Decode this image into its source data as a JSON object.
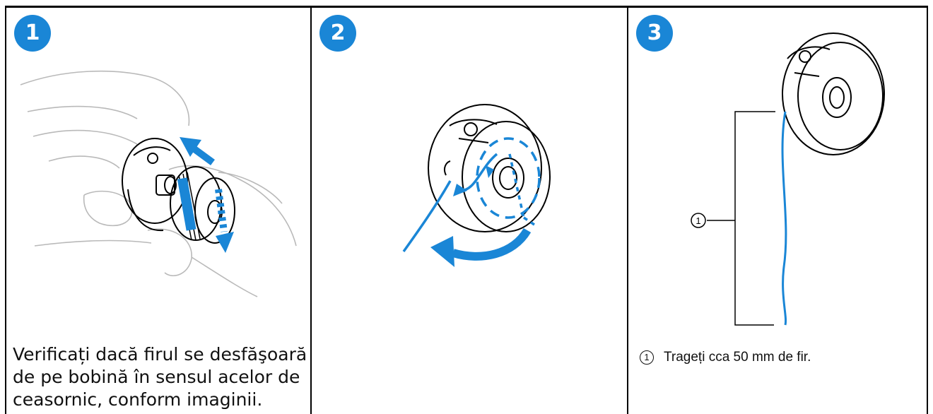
{
  "steps": [
    {
      "number": "1",
      "text": "Verificați dacă firul se desfăşoară de pe bobină în sensul acelor de ceasornic, conform imaginii."
    },
    {
      "number": "2"
    },
    {
      "number": "3",
      "callout_number": "1",
      "note": "Trageți cca 50 mm de fir."
    }
  ],
  "colors": {
    "accent": "#1a86d6",
    "line": "#000000",
    "sketch": "#b9b9b9"
  }
}
